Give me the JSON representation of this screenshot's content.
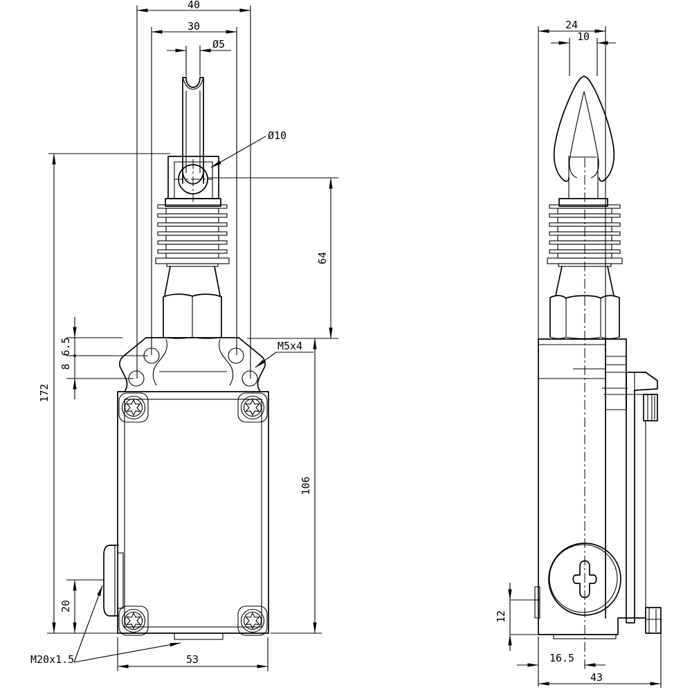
{
  "drawing": {
    "type": "technical-dimension-drawing",
    "subject": "pull-wire limit switch, front and side views",
    "colors": {
      "line": "#000000",
      "background": "#ffffff"
    },
    "front_view": {
      "name": "front-view",
      "dims": {
        "span_outer": "40",
        "span_inner": "30",
        "rope_dia": "Ø5",
        "eyelet_dia": "Ø10",
        "head_height": "64",
        "mount_thread": "M5x4",
        "hole_offset_upper": "6.5",
        "hole_offset_lower": "8",
        "total_height": "172",
        "body_height": "106",
        "gland_center": "20",
        "gland_thread": "M20x1.5",
        "body_width": "53"
      }
    },
    "side_view": {
      "name": "side-view",
      "dims": {
        "depth": "24",
        "lever_thickness": "10",
        "base_step": "12",
        "cover_screw_offset": "16.5",
        "total_depth": "43"
      }
    }
  }
}
